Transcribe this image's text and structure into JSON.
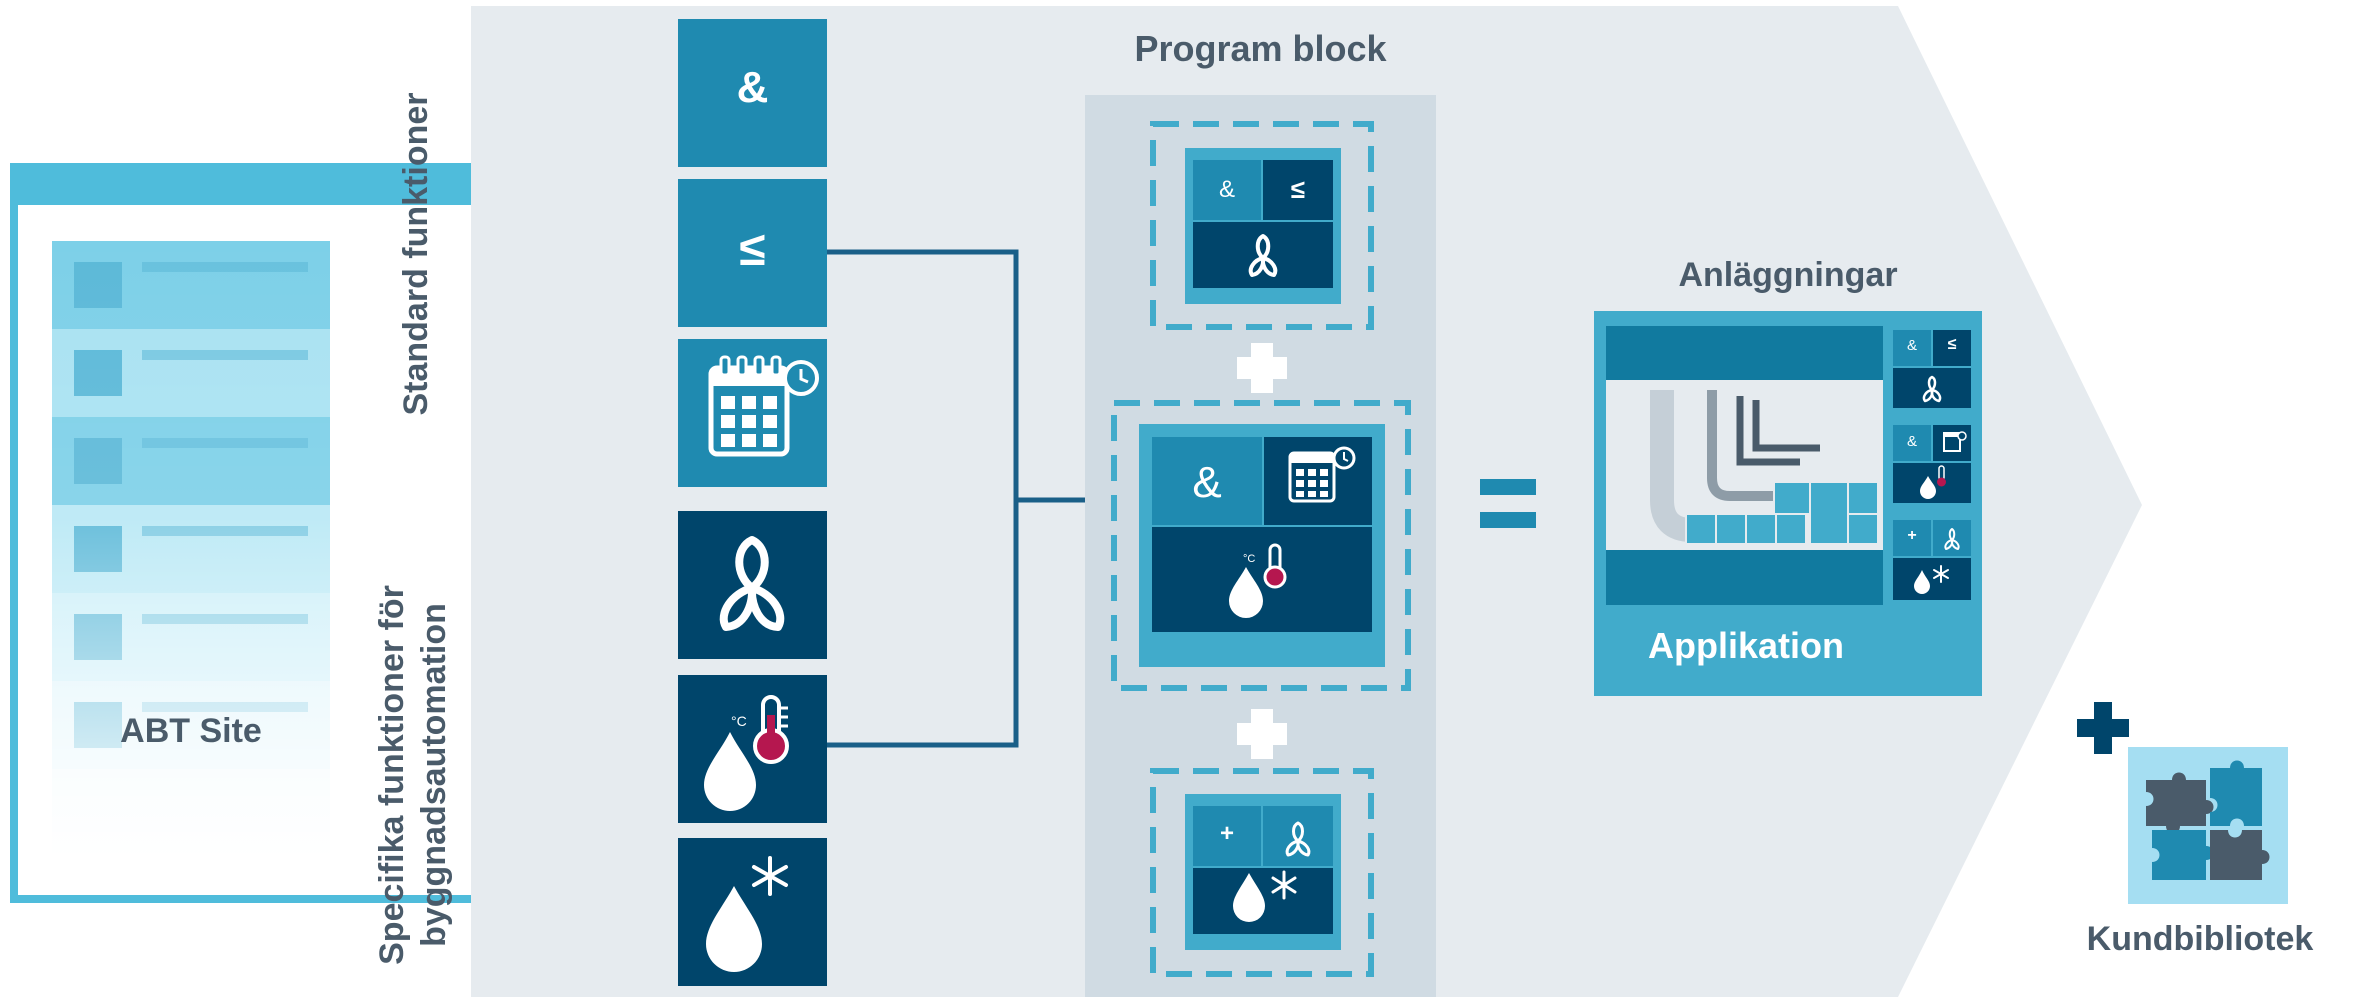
{
  "labels": {
    "abt_site": "ABT Site",
    "program_block": "Program block",
    "standard_functions": "Standard funktioner",
    "specific_functions_line1": "Specifika funktioner för",
    "specific_functions_line2": "byggnadsautomation",
    "installations": "Anläggningar",
    "application": "Applikation",
    "customer_library": "Kundbibliotek"
  },
  "symbols": {
    "and": "&",
    "less_equal": "≤",
    "plus": "+",
    "celsius": "°C"
  },
  "colors": {
    "panel_bg": "#e6ebef",
    "program_column": "#d0dbe3",
    "dark_blue": "#00456b",
    "mid_blue": "#1f8ab0",
    "light_blue": "#41abcb",
    "abt_border": "#4fbcdb",
    "text_gray": "#4a5b6a",
    "connector": "#1a5f88",
    "plus_dark": "#00456b",
    "thermo_red": "#b5174f"
  }
}
